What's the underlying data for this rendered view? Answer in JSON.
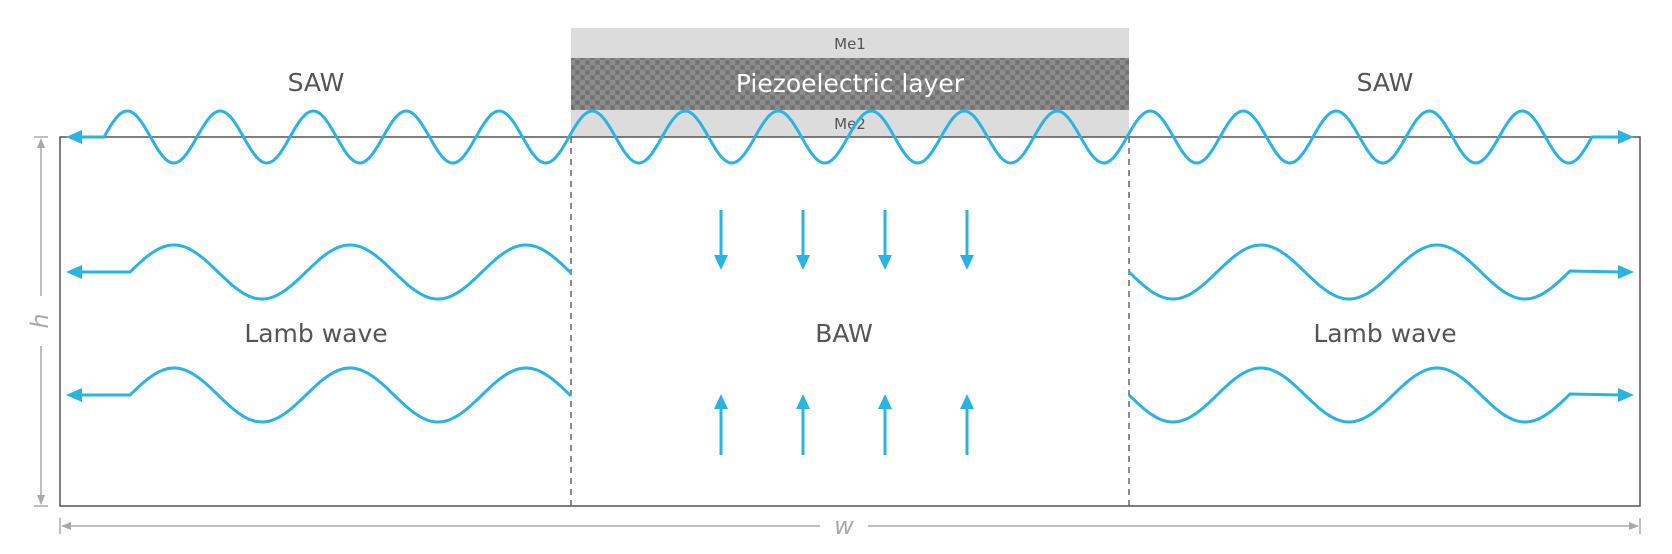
{
  "labels": {
    "me1": "Me1",
    "me2": "Me2",
    "piezo": "Piezoelectric layer",
    "saw_left": "SAW",
    "saw_right": "SAW",
    "lamb_left": "Lamb wave",
    "lamb_right": "Lamb wave",
    "baw": "BAW",
    "height": "h",
    "width": "w"
  },
  "colors": {
    "wave": "#2bb3e3",
    "electrode": "#dcdcdc",
    "piezo": "#7a7a7a",
    "outline": "#555555",
    "dimension": "#aaaaaa"
  }
}
